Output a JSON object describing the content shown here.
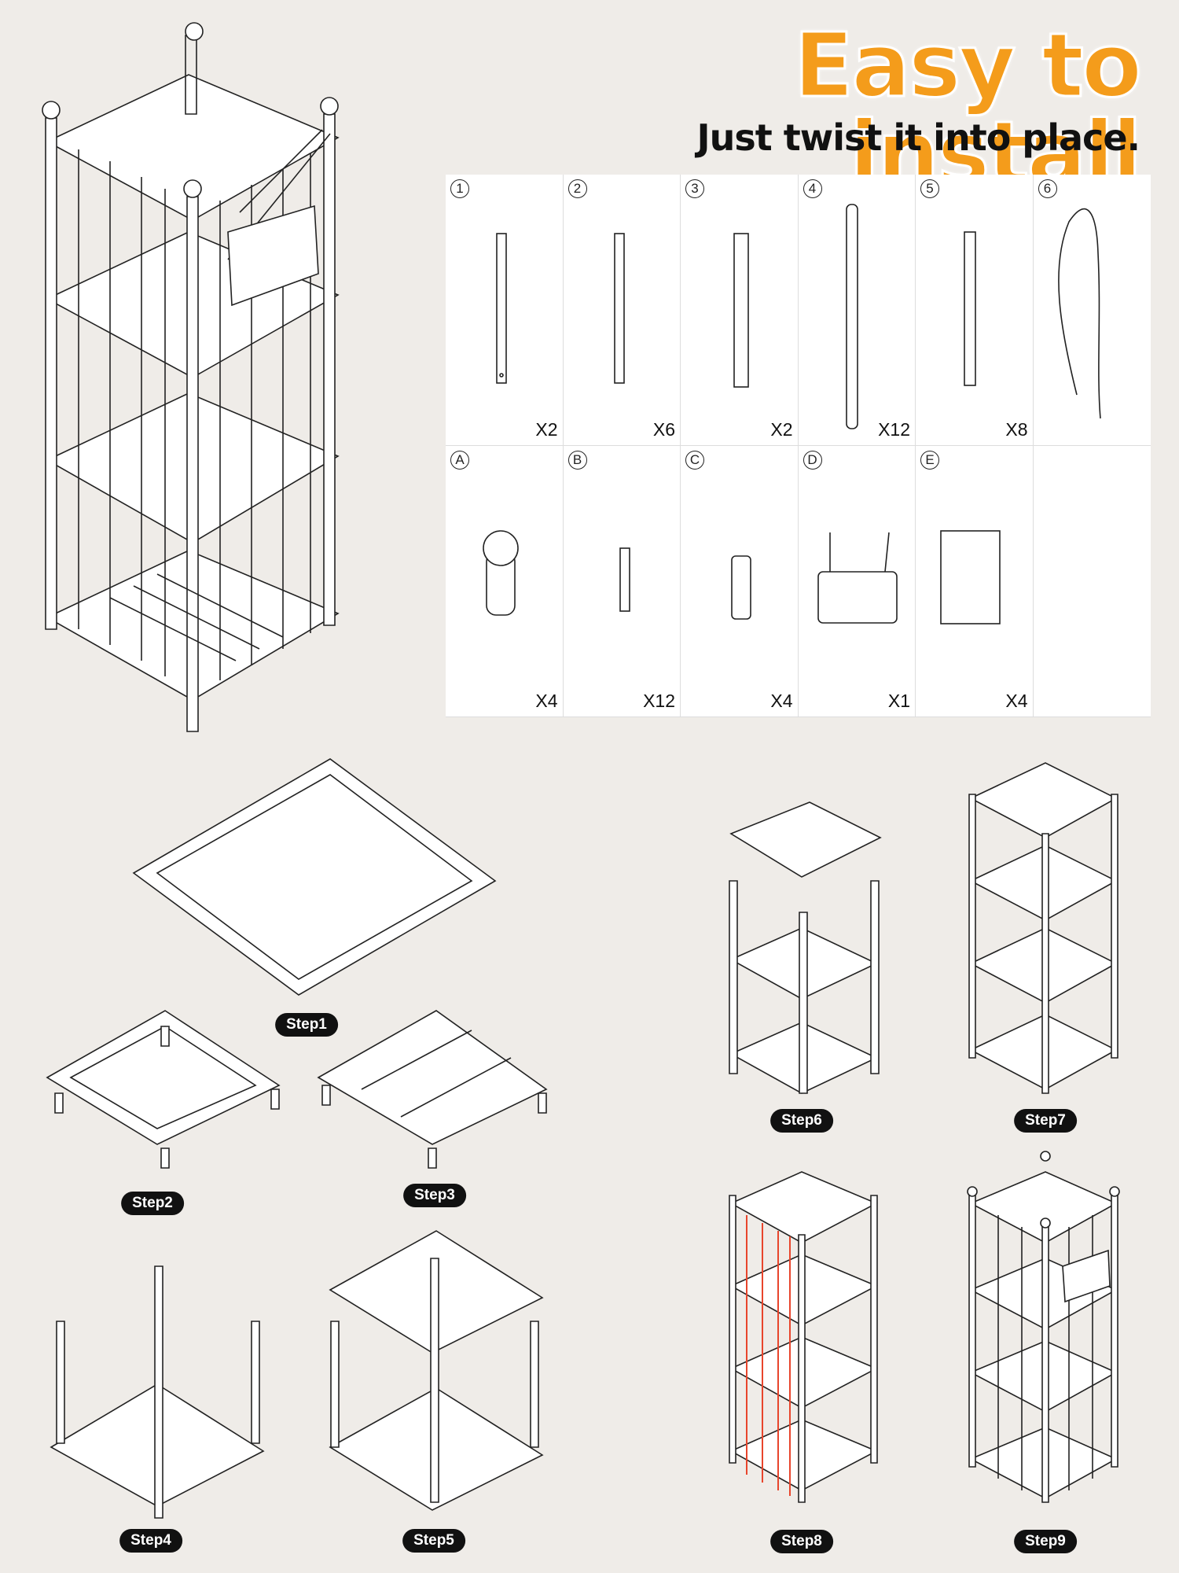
{
  "header": {
    "title": "Easy to install",
    "subtitle": "Just twist it into place."
  },
  "parts": [
    {
      "id": "1",
      "qty": "X2",
      "icon": "short-hinged-bar-icon"
    },
    {
      "id": "2",
      "qty": "X6",
      "icon": "short-bar-icon"
    },
    {
      "id": "3",
      "qty": "X2",
      "icon": "slat-icon"
    },
    {
      "id": "4",
      "qty": "X12",
      "icon": "rod-icon"
    },
    {
      "id": "5",
      "qty": "X8",
      "icon": "notched-bar-icon"
    },
    {
      "id": "6",
      "qty": "",
      "icon": "cord-icon"
    },
    {
      "id": "A",
      "qty": "X4",
      "icon": "finial-cap-icon"
    },
    {
      "id": "B",
      "qty": "X12",
      "icon": "threaded-screw-icon"
    },
    {
      "id": "C",
      "qty": "X4",
      "icon": "foot-peg-icon"
    },
    {
      "id": "D",
      "qty": "X1",
      "icon": "hanging-sign-icon"
    },
    {
      "id": "E",
      "qty": "X4",
      "icon": "panel-sheet-icon"
    },
    {
      "id": "",
      "qty": "",
      "icon": ""
    }
  ],
  "steps": [
    "Step1",
    "Step2",
    "Step3",
    "Step4",
    "Step5",
    "Step6",
    "Step7",
    "Step8",
    "Step9"
  ],
  "colors": {
    "accent": "#f49c1b",
    "guide": "#e8452c",
    "background": "#efece8"
  }
}
